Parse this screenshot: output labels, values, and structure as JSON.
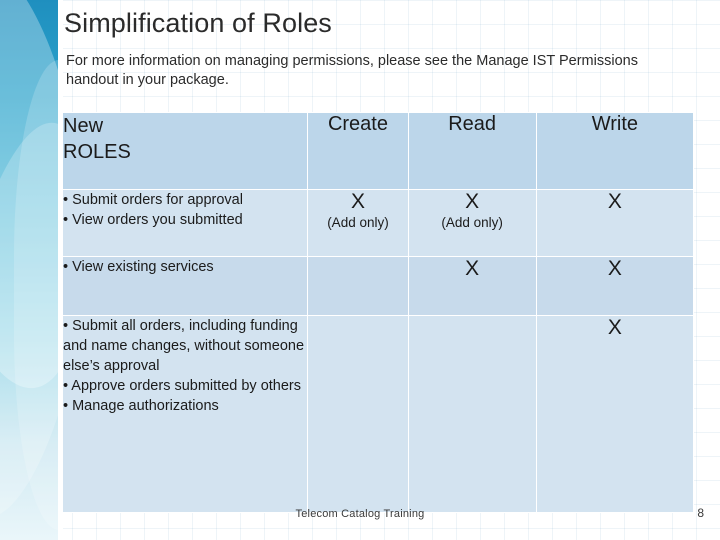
{
  "slide": {
    "title": "Simplification of Roles",
    "subtitle": "For more information on managing permissions, please see the Manage IST Permissions handout in your package.",
    "footer_note": "Telecom Catalog Training",
    "page_number": "8",
    "accent_color": "#2aa3cb",
    "header_bg": "#bcd6ea",
    "row_bg": "#d3e3f0",
    "row_alt_bg": "#c7daeb"
  },
  "table": {
    "headers": {
      "roles_line1": "New",
      "roles_line2": "ROLES",
      "create": "Create",
      "read": "Read",
      "write": "Write"
    },
    "rows": [
      {
        "role_lines": [
          "• Submit orders for approval",
          "• View orders you submitted"
        ],
        "create": {
          "mark": "X",
          "note": "(Add only)"
        },
        "read": {
          "mark": "X",
          "note": "(Add only)"
        },
        "write": {
          "mark": "X",
          "note": ""
        }
      },
      {
        "role_lines": [
          "• View existing services"
        ],
        "create": {
          "mark": "",
          "note": ""
        },
        "read": {
          "mark": "X",
          "note": ""
        },
        "write": {
          "mark": "X",
          "note": ""
        }
      },
      {
        "role_lines": [
          "• Submit all orders, including funding and name changes, without someone else’s approval",
          "• Approve orders submitted by others",
          "• Manage authorizations"
        ],
        "create": {
          "mark": "",
          "note": ""
        },
        "read": {
          "mark": "",
          "note": ""
        },
        "write": {
          "mark": "X",
          "note": ""
        }
      }
    ]
  }
}
